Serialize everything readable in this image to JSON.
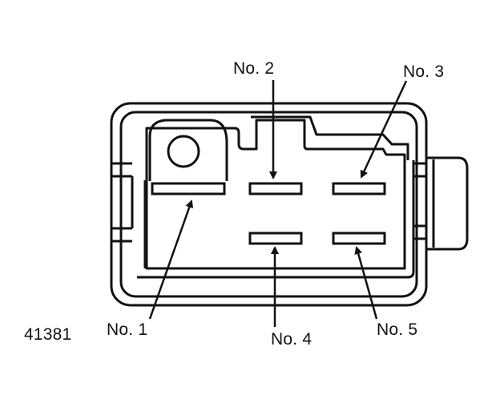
{
  "figure_id": "41381",
  "terminals": [
    {
      "id": "1",
      "label": "No. 1"
    },
    {
      "id": "2",
      "label": "No. 2"
    },
    {
      "id": "3",
      "label": "No. 3"
    },
    {
      "id": "4",
      "label": "No. 4"
    },
    {
      "id": "5",
      "label": "No. 5"
    }
  ],
  "colors": {
    "line": "#111111",
    "background": "#ffffff"
  }
}
